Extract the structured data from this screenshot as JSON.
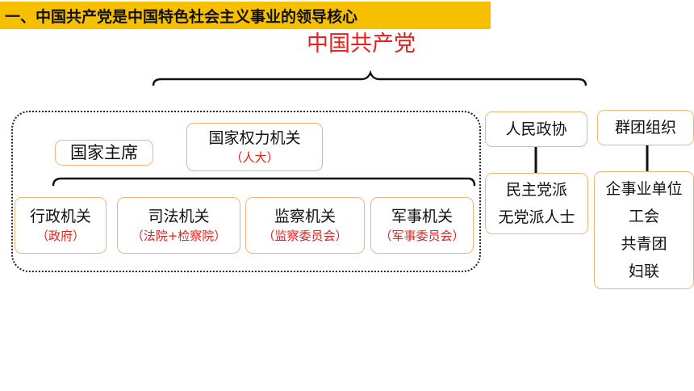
{
  "header": {
    "title": "一、中国共产党是中国特色社会主义事业的领导核心"
  },
  "party": {
    "label": "中国共产党"
  },
  "state_group": {
    "president": "国家主席",
    "power_organ": {
      "label": "国家权力机关",
      "sub": "（人大）"
    },
    "organs": [
      {
        "label": "行政机关",
        "sub": "（政府）"
      },
      {
        "label": "司法机关",
        "sub": "（法院+检察院）"
      },
      {
        "label": "监察机关",
        "sub": "（监察委员会）"
      },
      {
        "label": "军事机关",
        "sub": "（军事委员会）"
      }
    ]
  },
  "cppcc": {
    "label": "人民政协",
    "members": [
      "民主党派",
      "无党派人士"
    ]
  },
  "mass_orgs": {
    "label": "群团组织",
    "members": [
      "企事业单位",
      "工会",
      "共青团",
      "妇联"
    ]
  },
  "colors": {
    "header_bg": "#f6c000",
    "accent_red": "#e8201d",
    "box_border": "#f2b47b"
  }
}
